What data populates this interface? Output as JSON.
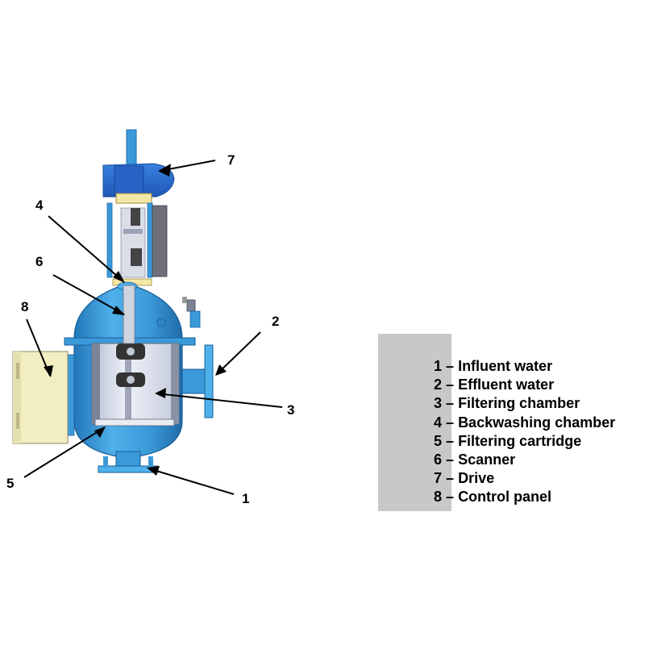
{
  "callouts": {
    "c1": "1",
    "c2": "2",
    "c3": "3",
    "c4": "4",
    "c5": "5",
    "c6": "6",
    "c7": "7",
    "c8": "8"
  },
  "legend": [
    {
      "number": "1",
      "separator": "–",
      "label": "Influent water"
    },
    {
      "number": "2",
      "separator": "–",
      "label": "Effluent water"
    },
    {
      "number": "3",
      "separator": "–",
      "label": "Filtering chamber"
    },
    {
      "number": "4",
      "separator": "–",
      "label": "Backwashing chamber"
    },
    {
      "number": "5",
      "separator": "–",
      "label": "Filtering cartridge"
    },
    {
      "number": "6",
      "separator": "–",
      "label": "Scanner"
    },
    {
      "number": "7",
      "separator": "–",
      "label": "Drive"
    },
    {
      "number": "8",
      "separator": "–",
      "label": "Control panel"
    }
  ],
  "colors": {
    "vessel": "#3a9ad9",
    "vessel_dark": "#2277b8",
    "drive": "#2d6fd4",
    "panel": "#f2eec2",
    "chamber": "#dfe3ee",
    "legend_bg": "#c8c8c8"
  }
}
